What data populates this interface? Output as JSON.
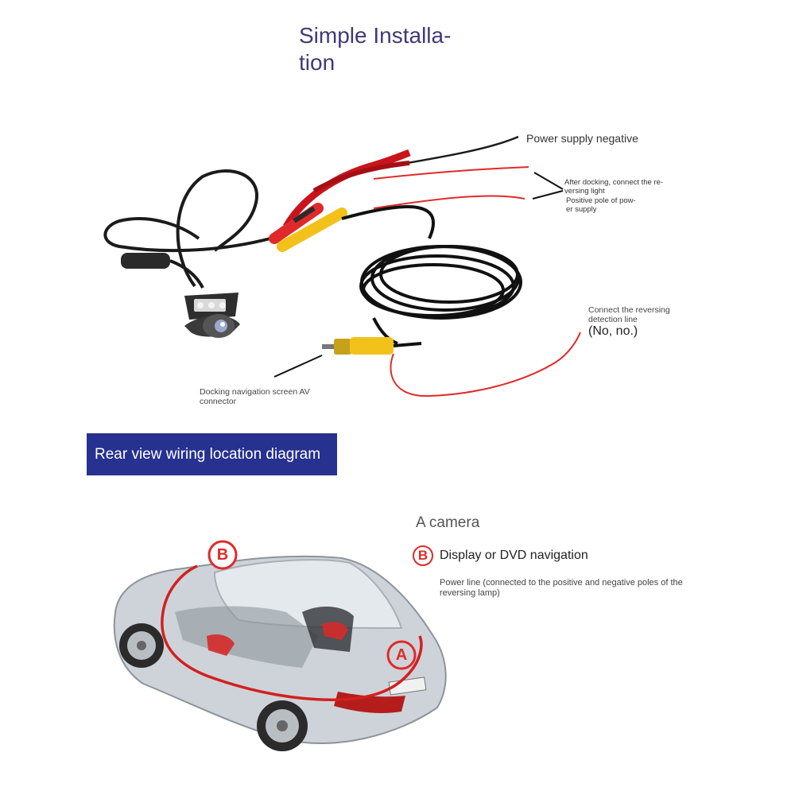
{
  "title": {
    "line1": "Simple Installa-",
    "line2": "tion"
  },
  "upper_diagram": {
    "power_negative": "Power supply negative",
    "after_docking_1": "After docking, connect the re-",
    "after_docking_2": "versing light",
    "positive_pole_1": "Positive pole of pow-",
    "positive_pole_2": "er supply",
    "reversing_detection_1": "Connect the reversing",
    "reversing_detection_2": "detection line",
    "reversing_detection_note": "(No, no.)",
    "av_connector_1": "Docking navigation screen AV",
    "av_connector_2": "connector"
  },
  "banner": {
    "text": "Rear view wiring location diagram"
  },
  "lower_diagram": {
    "camera_label": "A camera",
    "display_badge": "B",
    "display_label": "Display or DVD navigation",
    "power_line_1": "Power line (connected to the positive and negative poles of the",
    "power_line_2": "reversing lamp)",
    "car_badge_a": "A",
    "car_badge_b": "B"
  },
  "colors": {
    "title": "#3e3a78",
    "banner": "#27318f",
    "wire_red": "#e02a2a",
    "wire_black": "#1b1b1b",
    "rca_yellow": "#f2c21b"
  }
}
